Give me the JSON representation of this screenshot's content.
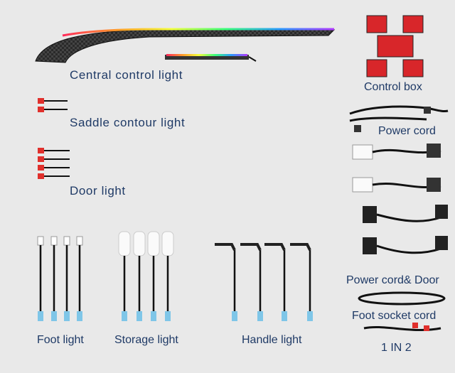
{
  "labels": {
    "central": "Central control light",
    "saddle": "Saddle contour light",
    "door": "Door light",
    "foot": "Foot light",
    "storage": "Storage light",
    "handle": "Handle light",
    "control_box": "Control box",
    "power_cord": "Power cord",
    "power_cord_door": "Power cord& Door",
    "foot_socket": "Foot socket cord",
    "one_in_two": "1 IN 2"
  },
  "colors": {
    "background": "#e9e9e9",
    "text": "#1f3a66",
    "connector_red": "#e0302c",
    "connector_blue": "#7fc6e8",
    "wire": "#1a1a1a"
  }
}
